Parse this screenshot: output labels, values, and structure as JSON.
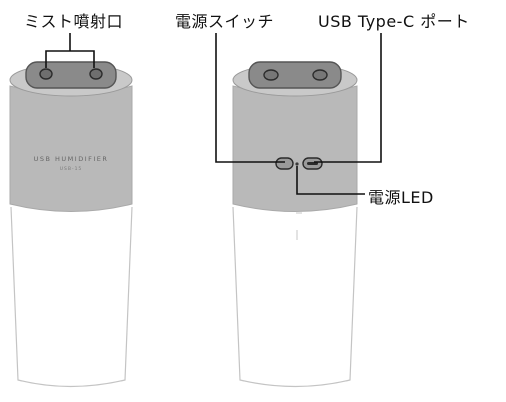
{
  "labels": {
    "mist_outlet": "ミスト噴射口",
    "power_switch": "電源スイッチ",
    "usb_port": "USB Type-C ポート",
    "power_led": "電源LED"
  },
  "front_unit": {
    "product_name": "USB HUMIDIFIER",
    "model": "USB-15"
  },
  "colors": {
    "cap": "#8c8c8c",
    "cap_dark": "#555555",
    "band": "#b9b9b9",
    "body_outline": "#bdbdbd",
    "leader": "#111111"
  }
}
